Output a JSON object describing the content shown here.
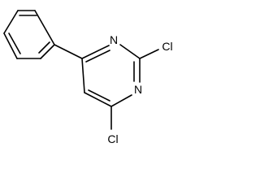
{
  "molecule": {
    "atoms": {
      "n1": "N",
      "n3": "N",
      "cl2": "Cl",
      "cl4": "Cl"
    }
  },
  "colors": {
    "bond": "#000000",
    "label": "#000000",
    "background": "#ffffff"
  }
}
